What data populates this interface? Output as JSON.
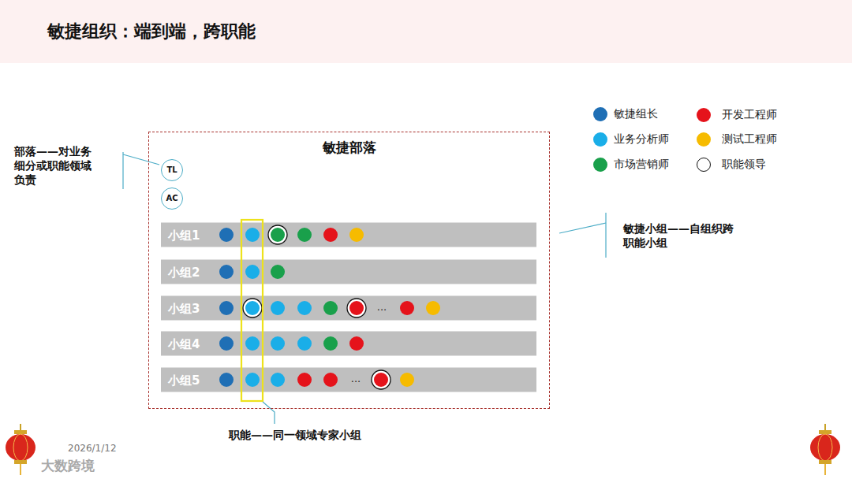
{
  "diagram": {
    "title": "敏捷组织：端到端，跨职能",
    "nodes": [
      {
        "text": [
          "敏捷部落"
        ]
      },
      {
        "text": [
          "TL"
        ],
        "in": 0
      },
      {
        "text": [
          "AC"
        ],
        "in": 0
      },
      {
        "text": [
          "小组1"
        ],
        "in": 0
      },
      {
        "text": [
          "小组2"
        ],
        "in": 0
      },
      {
        "text": [
          "小组3"
        ],
        "in": 0
      },
      {
        "text": [
          "小组4"
        ],
        "in": 0
      },
      {
        "text": [
          "小组5"
        ],
        "in": 0
      }
    ],
    "labels": [
      "部落——对业务细分或职能领域负责",
      "敏捷小组——自组织跨职能小组",
      "职能——同一领域专家小组",
      "...",
      "...",
      "2026/1/12",
      "大数跨境"
    ],
    "legend": [
      {
        "text": "敏捷组长",
        "color": "#1f6fb5"
      },
      {
        "text": "业务分析师",
        "color": "#1aaee8"
      },
      {
        "text": "市场营销师",
        "color": "#19a04b"
      },
      {
        "text": "开发工程师",
        "color": "#e5131b"
      },
      {
        "text": "测试工程师",
        "color": "#f6bb00"
      },
      {
        "text": "职能领导"
      }
    ]
  }
}
